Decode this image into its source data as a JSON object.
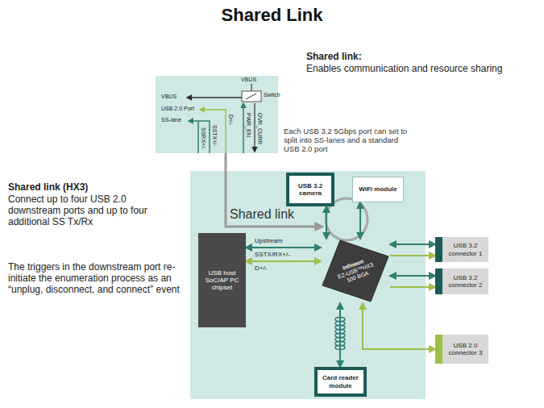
{
  "diagram": {
    "title": "Shared Link",
    "nodes": [
      {
        "text": [
          "USB 3.2 camera"
        ]
      },
      {
        "text": [
          "WiFi module"
        ]
      },
      {
        "text": [
          "USB host SoC/AP PC chipset"
        ]
      },
      {
        "text": [
          "Infineon",
          "EZ-USB™HX3",
          "100 BGA"
        ]
      },
      {
        "text": [
          "USB 3.2 connector 1"
        ]
      },
      {
        "text": [
          "USB 3.2 connector 2"
        ]
      },
      {
        "text": [
          "USB 2.0 connector 3"
        ]
      },
      {
        "text": [
          "Card reader module"
        ]
      }
    ],
    "edges": [
      {
        "from": 2,
        "to": 3,
        "arrow": "both"
      },
      {
        "from": 2,
        "to": 3,
        "arrow": "both"
      },
      {
        "from": 3,
        "to": 0,
        "arrow": "both"
      },
      {
        "from": 3,
        "to": 1,
        "arrow": "both"
      },
      {
        "from": 3,
        "to": 4,
        "arrow": "both"
      },
      {
        "from": 3,
        "to": 4,
        "arrow": "to"
      },
      {
        "from": 3,
        "to": 5,
        "arrow": "both"
      },
      {
        "from": 3,
        "to": 5,
        "arrow": "to"
      },
      {
        "from": 3,
        "to": 6,
        "arrow": "both"
      },
      {
        "from": 3,
        "to": 7,
        "arrow": "both"
      }
    ],
    "labels": [
      "Shared link:",
      "Enables communication and resource sharing",
      "VBUS",
      "Switch",
      "VBUS",
      "USB 2.0 Port",
      "SS-lane",
      "SSRX+/-",
      "SSTX+/-",
      "D+/-",
      "PWR_EN",
      "OVR_CURR",
      "Each USB 3.2 5Gbps port can set to split into SS-lanes and a standard USB 2.0 port",
      "Shared link (HX3)",
      "Connect up to four USB 2.0 downstream ports and up to four additional SS Tx/Rx",
      "The triggers in the downstream port re-initiate the enumeration process as an “unplug, disconnect, and connect” event",
      "Shared link",
      "Upstream",
      "SSTX/RX+/-",
      "D+/-"
    ]
  }
}
